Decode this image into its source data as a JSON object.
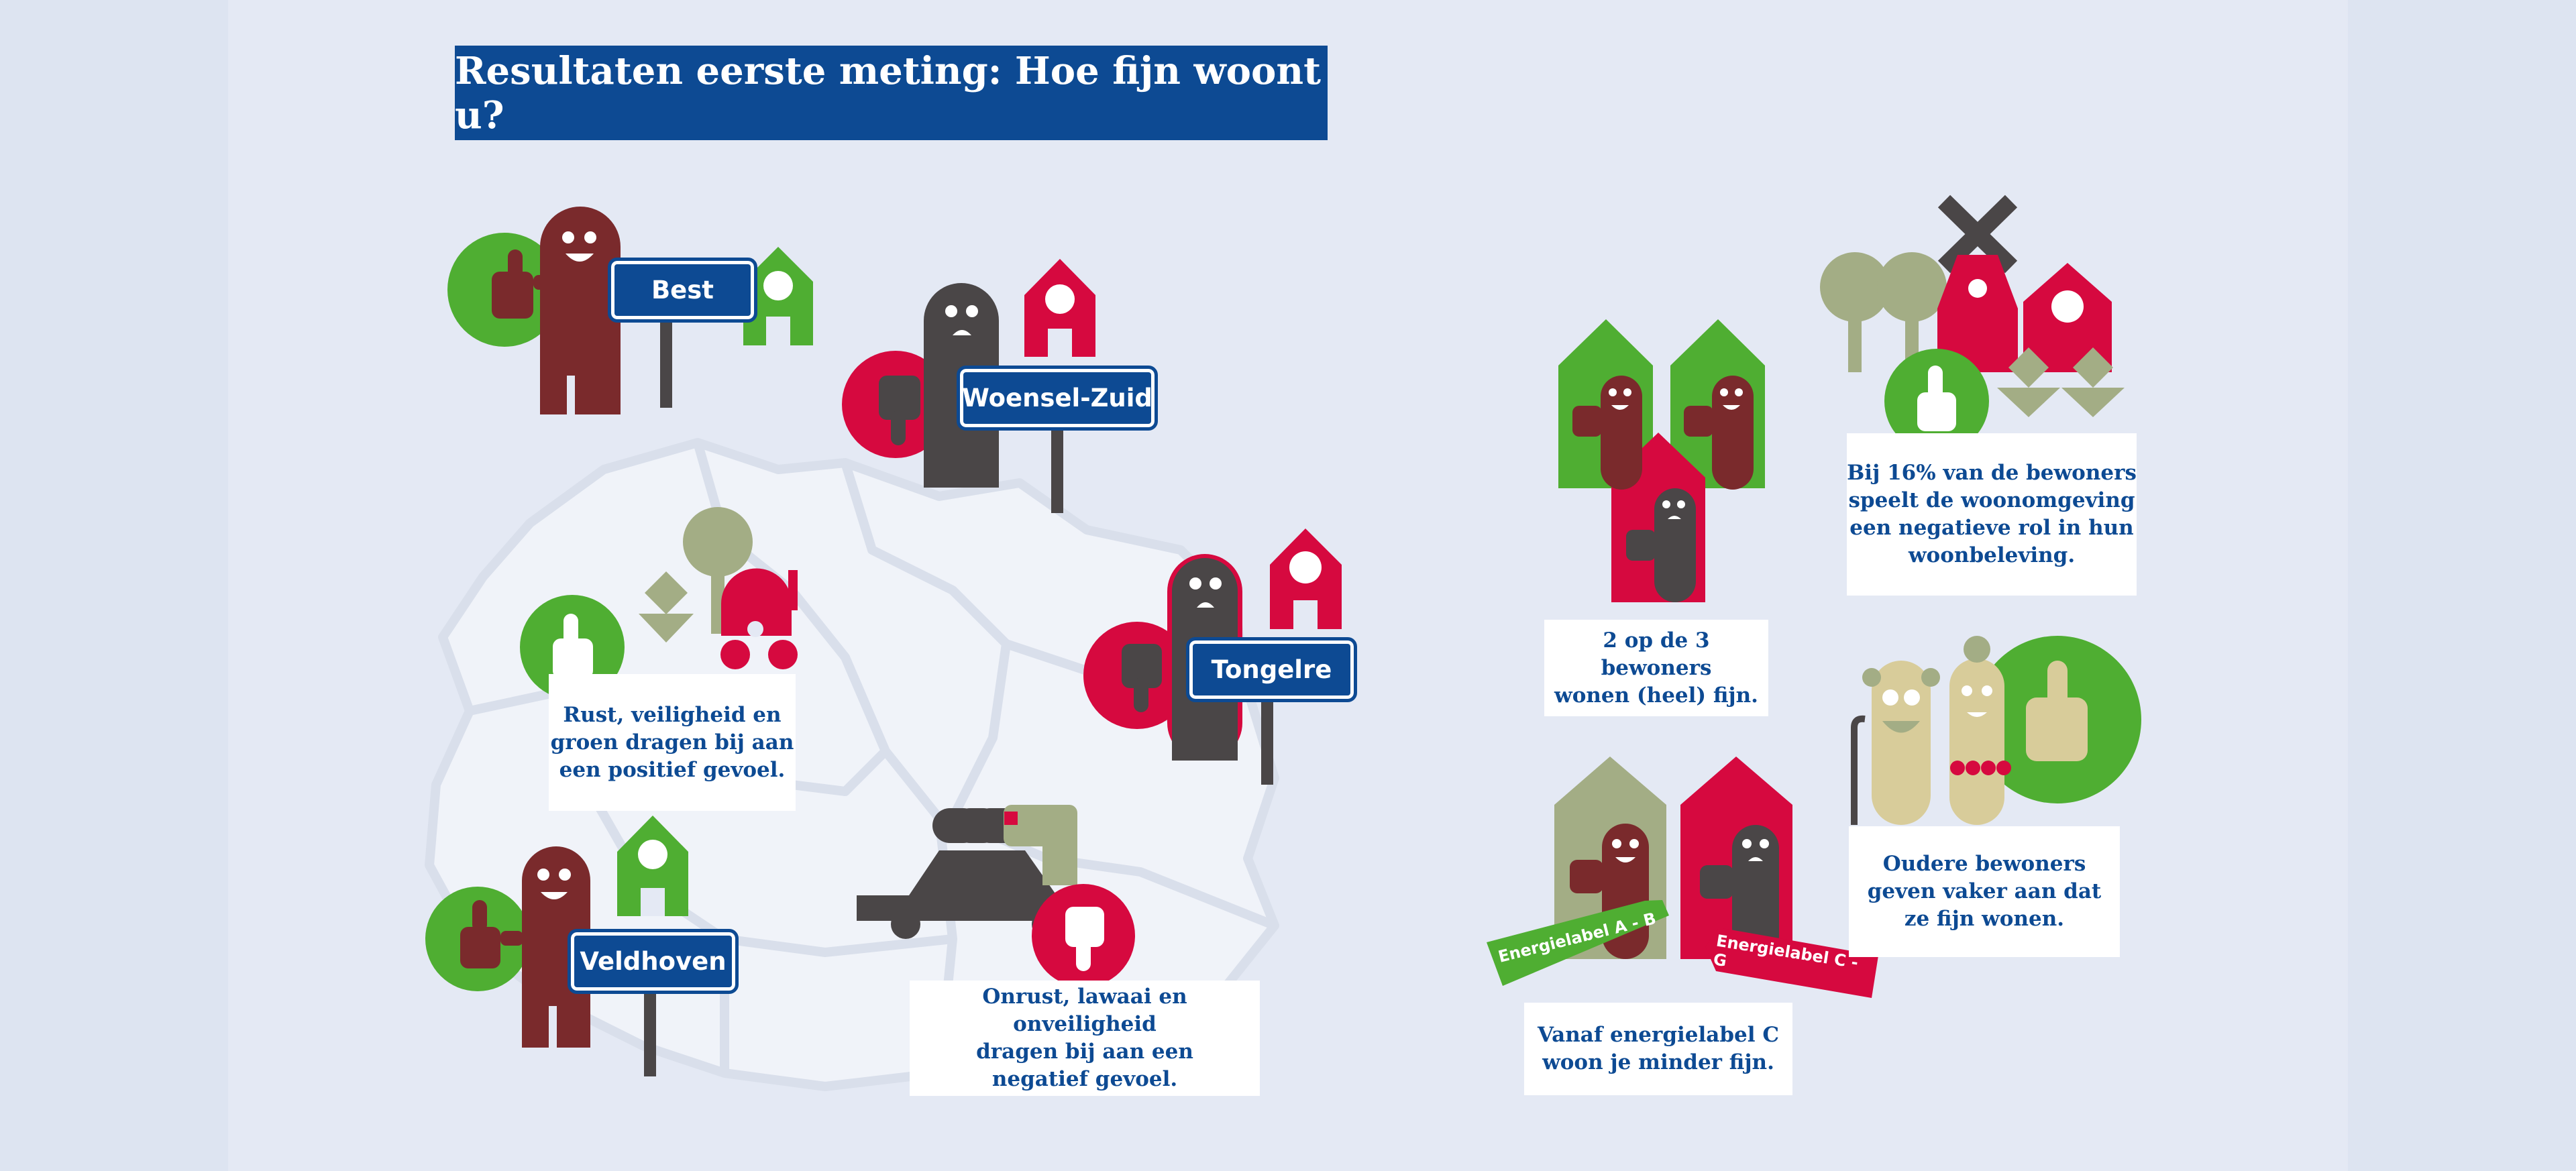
{
  "header": {
    "title": "Resultaten eerste meting: Hoe fijn woont u?"
  },
  "signs": {
    "best": "Best",
    "woensel_zuid": "Woensel-Zuid",
    "tongelre": "Tongelre",
    "veldhoven": "Veldhoven"
  },
  "findings": {
    "positive_feeling": "Rust, veiligheid en\ngroen dragen bij aan\neen positief gevoel.",
    "negative_feeling": "Onrust, lawaai en onveiligheid\ndragen bij aan een\nnegatief gevoel.",
    "two_of_three": "2 op de 3 bewoners\nwonen (heel) fijn.",
    "surroundings": "Bij 16% van de bewoners\nspeelt de woonomgeving\neen negatieve rol in hun\nwoonbeleving.",
    "older_residents": "Oudere bewoners\ngeven vaker aan dat\nze fijn wonen.",
    "energy_label": "Vanaf energielabel C\nwoon je minder fijn."
  },
  "energy_labels": {
    "good": "Energielabel A - B",
    "bad": "Energielabel C - G"
  },
  "colors": {
    "navy": "#0d4a93",
    "green": "#4fae32",
    "red": "#d6093f",
    "brown": "#7a2a2c",
    "charcoal": "#4a4647",
    "olive": "#a3ad85",
    "beige": "#d8cc9a",
    "background": "#e4e9f4"
  },
  "icons": [
    "thumbs-up-icon",
    "thumbs-down-icon",
    "house-icon",
    "tree-icon",
    "stroller-icon",
    "car-icon",
    "windmill-icon",
    "cane-icon"
  ]
}
